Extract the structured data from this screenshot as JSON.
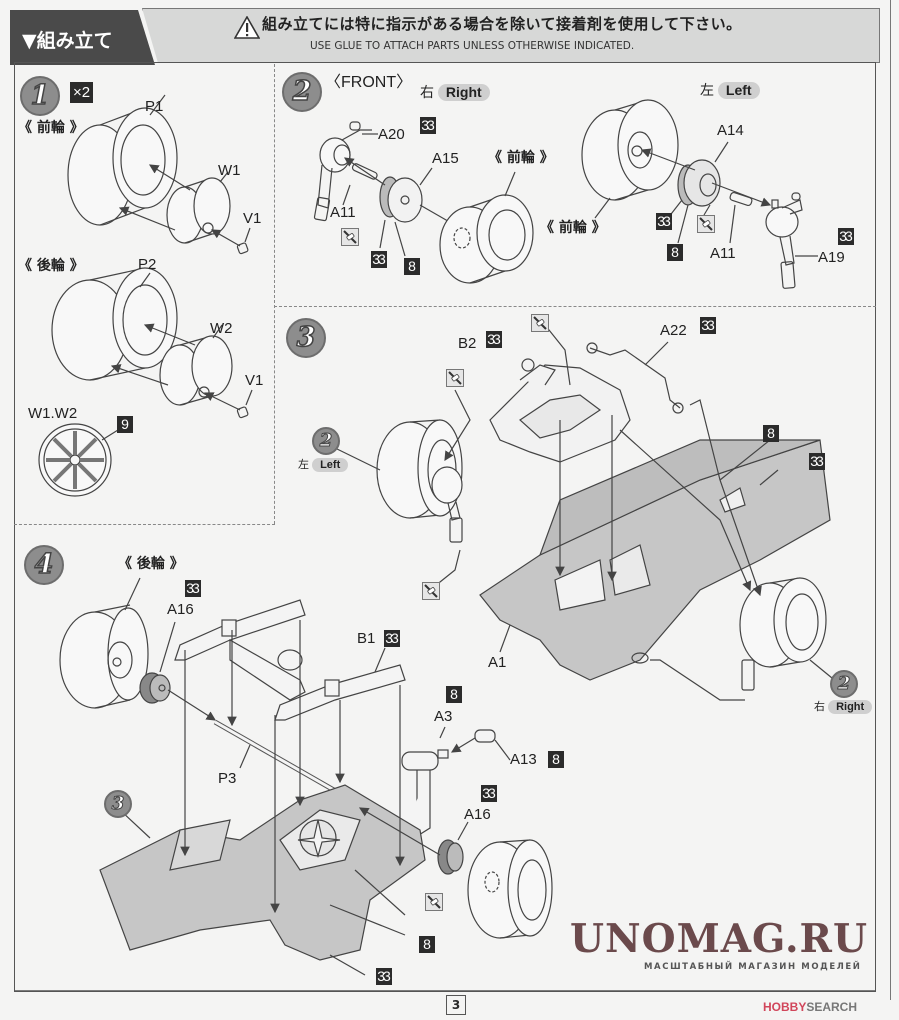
{
  "header": {
    "section_title": "▼組み立て",
    "warning_jp": "組み立てには特に指示がある場合を除いて接着剤を使用して下さい。",
    "warning_en": "USE GLUE TO ATTACH PARTS UNLESS OTHERWISE INDICATED.",
    "warning_icon": "warning-triangle-icon"
  },
  "step1": {
    "number": "1",
    "multiplier": "×2",
    "front_wheel_label": "《 前輪 》",
    "rear_wheel_label": "《 後輪 》",
    "parts": [
      "P1",
      "W1",
      "V1",
      "P2",
      "W2",
      "V1"
    ],
    "wheel_color_label": "W1.W2",
    "wheel_color_code": "9"
  },
  "step2": {
    "number": "2",
    "front_label": "〈FRONT〉",
    "right_jp": "右",
    "right_en": "Right",
    "left_jp": "左",
    "left_en": "Left",
    "front_wheel_label": "《 前輪 》",
    "right_parts": [
      "A20",
      "A15",
      "A11"
    ],
    "left_parts": [
      "A14",
      "A11",
      "A19"
    ],
    "color_codes": {
      "a20": "33",
      "a15_outer": "33",
      "a15_inner": "8",
      "a14_outer": "33",
      "a14_inner": "8",
      "a19": "33"
    }
  },
  "step3": {
    "number": "3",
    "parts": [
      "B2",
      "A22",
      "A1"
    ],
    "color_codes": {
      "b2": "33",
      "a22": "33",
      "floor_a": "8",
      "floor_b": "33"
    },
    "ref_left_step": "2",
    "ref_left_jp": "左",
    "ref_left_en": "Left",
    "ref_right_step": "2",
    "ref_right_jp": "右",
    "ref_right_en": "Right"
  },
  "step4": {
    "number": "4",
    "rear_wheel_label": "《 後輪 》",
    "parts": [
      "A16",
      "B1",
      "P3",
      "A3",
      "A13",
      "A16"
    ],
    "color_codes": {
      "a16_top": "33",
      "b1": "33",
      "a3": "8",
      "a13": "8",
      "a16_bottom": "33",
      "chassis_a": "8",
      "chassis_b": "33"
    },
    "ref_step": "3"
  },
  "footer": {
    "page_number": "3",
    "watermark": "UNOMAG.RU",
    "watermark_sub": "МАСШТАБНЫЙ МАГАЗИН МОДЕЛЕЙ",
    "brand_red": "HOBBY",
    "brand_gray": "SEARCH"
  },
  "colors": {
    "header_dark": "#4a4a4a",
    "header_light": "#d7d8d7",
    "paint_badge": "#2b2b2b",
    "chassis_gray": "#bdbdbd",
    "watermark": "#6b4a4c",
    "brand_red": "#d1455a"
  }
}
